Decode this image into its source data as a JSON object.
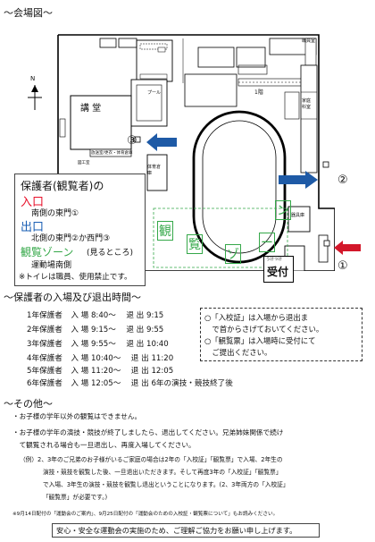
{
  "headings": {
    "venue": "～会場図～",
    "schedule": "～保護者の入場及び退出時間～",
    "other": "～その他～"
  },
  "map": {
    "lecture_hall": "講 堂",
    "storage": "放送室/更衣・体育倉庫",
    "restroom": "図工室",
    "pool": "プール",
    "floor1": "1階",
    "storage_shed": "体育倉庫",
    "gym": "家庭科室",
    "small_room": "職員室",
    "equipment": "器具庫",
    "viewing_chars": [
      "観",
      "覧",
      "ゾ",
      "ー",
      "ン"
    ],
    "reception": "受付",
    "reception_ruby": "うけつけ",
    "gate_numbers": [
      "①",
      "②",
      "③"
    ],
    "north": "N"
  },
  "legend": {
    "title": "保護者(観覧者)の",
    "entry_label": "入口",
    "entry_desc": "南側の東門①",
    "exit_label": "出口",
    "exit_desc": "北側の東門②か西門③",
    "zone_label": "観覧ゾーン",
    "zone_suffix": "(見るところ)",
    "zone_desc": "運動場南側",
    "toilet_note": "※トイレは職員、使用禁止です。"
  },
  "schedule": [
    {
      "grade": "1年保護者",
      "enter": "入 場 8:40～",
      "exit": "退 出 9:15"
    },
    {
      "grade": "2年保護者",
      "enter": "入 場 9:15～",
      "exit": "退 出 9:55"
    },
    {
      "grade": "3年保護者",
      "enter": "入 場 9:55～",
      "exit": "退 出 10:40"
    },
    {
      "grade": "4年保護者",
      "enter": "入 場 10:40～",
      "exit": "退 出 11:20"
    },
    {
      "grade": "5年保護者",
      "enter": "入 場 11:20～",
      "exit": "退 出 12:05"
    },
    {
      "grade": "6年保護者",
      "enter": "入 場 12:05～",
      "exit": "退 出 6年の演技・競技終了後"
    }
  ],
  "notes_box": [
    "○「入校証」は入場から退出ま",
    "　で首からさげておいてください。",
    "○「観覧票」は入場時に受付にて",
    "　ご提出ください。"
  ],
  "other": [
    "・お子様の学年以外の観覧はできません。",
    "・お子様の学年の演技・競技が終了しましたら、退出してください。兄弟姉妹関係で続け",
    "　て観覧される場合も一旦退出し、再度入場してください。",
    "（例）2、3年のご兄弟のお子様がいるご家庭の場合は2年の「入校証」「観覧票」で入場、2年生の",
    "演技・競技を観覧した後、一旦退出いただきます。そして再度3年の「入校証」「観覧票」",
    "で入場、3年生の演技・競技を観覧し退出ということになります。(2、3年両方の「入校証」",
    "「観覧票」が必要です。)"
  ],
  "footer": [
    "※9月14日配付の「運動会のご案内」、9月25日配付の「運動会のための入校証・観覧票について」もお読みください。",
    "安心・安全な運動会の実施のため、ご理解ご協力をお願い申し上げます。"
  ],
  "colors": {
    "entry": "#e8102a",
    "exit": "#1a5fb4",
    "zone": "#35a849",
    "arrow_blue": "#1e5aa6",
    "arrow_red": "#d3172a"
  }
}
